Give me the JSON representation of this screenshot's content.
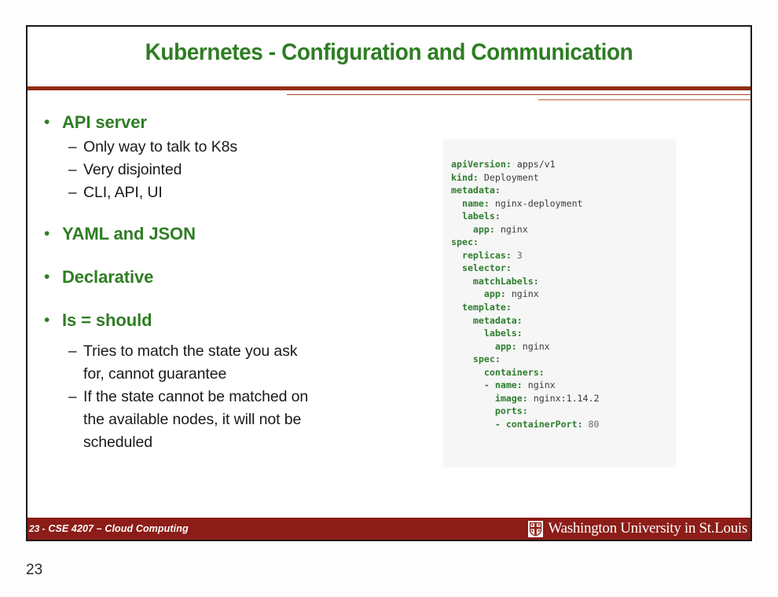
{
  "slide": {
    "title": "Kubernetes - Configuration and Communication",
    "number_below": "23",
    "colors": {
      "title_green": "#2e7d23",
      "rule_dark_red": "#8f2c12",
      "rule_light_red": "#dba48f",
      "footer_maroon": "#8c1d18",
      "code_background": "#f6f6f6",
      "yaml_key_green": "#2f7d2f"
    },
    "bullets": [
      {
        "level": 1,
        "marker": "•",
        "text": "API server",
        "children": [
          {
            "level": 2,
            "marker": "–",
            "text": "Only way to talk to K8s"
          },
          {
            "level": 2,
            "marker": "–",
            "text": "Very disjointed"
          },
          {
            "level": 2,
            "marker": "–",
            "text": "CLI, API, UI"
          }
        ]
      },
      {
        "level": 1,
        "marker": "•",
        "text": "YAML and JSON",
        "children": []
      },
      {
        "level": 1,
        "marker": "•",
        "text": "Declarative",
        "children": []
      },
      {
        "level": 1,
        "marker": "•",
        "text": "Is = should",
        "children": [
          {
            "level": 2,
            "marker": "–",
            "text": "Tries to match the state you ask for, cannot guarantee"
          },
          {
            "level": 2,
            "marker": "–",
            "text": "If the state cannot be matched on the available nodes, it will not be scheduled"
          }
        ]
      }
    ],
    "code_block": {
      "language": "yaml",
      "lines": [
        {
          "indent": 0,
          "key": "apiVersion",
          "value": "apps/v1",
          "value_kind": "string"
        },
        {
          "indent": 0,
          "key": "kind",
          "value": "Deployment",
          "value_kind": "string"
        },
        {
          "indent": 0,
          "key": "metadata",
          "value": "",
          "value_kind": "none"
        },
        {
          "indent": 1,
          "key": "name",
          "value": "nginx-deployment",
          "value_kind": "string"
        },
        {
          "indent": 1,
          "key": "labels",
          "value": "",
          "value_kind": "none"
        },
        {
          "indent": 2,
          "key": "app",
          "value": "nginx",
          "value_kind": "string"
        },
        {
          "indent": 0,
          "key": "spec",
          "value": "",
          "value_kind": "none"
        },
        {
          "indent": 1,
          "key": "replicas",
          "value": "3",
          "value_kind": "number"
        },
        {
          "indent": 1,
          "key": "selector",
          "value": "",
          "value_kind": "none"
        },
        {
          "indent": 2,
          "key": "matchLabels",
          "value": "",
          "value_kind": "none"
        },
        {
          "indent": 3,
          "key": "app",
          "value": "nginx",
          "value_kind": "string"
        },
        {
          "indent": 1,
          "key": "template",
          "value": "",
          "value_kind": "none"
        },
        {
          "indent": 2,
          "key": "metadata",
          "value": "",
          "value_kind": "none"
        },
        {
          "indent": 3,
          "key": "labels",
          "value": "",
          "value_kind": "none"
        },
        {
          "indent": 4,
          "key": "app",
          "value": "nginx",
          "value_kind": "string"
        },
        {
          "indent": 2,
          "key": "spec",
          "value": "",
          "value_kind": "none"
        },
        {
          "indent": 3,
          "key": "containers",
          "value": "",
          "value_kind": "none"
        },
        {
          "indent": 3,
          "key": "name",
          "value": "nginx",
          "value_kind": "string",
          "list_item": true
        },
        {
          "indent": 4,
          "key": "image",
          "value": "nginx:1.14.2",
          "value_kind": "string"
        },
        {
          "indent": 4,
          "key": "ports",
          "value": "",
          "value_kind": "none"
        },
        {
          "indent": 4,
          "key": "containerPort",
          "value": "80",
          "value_kind": "number",
          "list_item": true
        }
      ],
      "raw_text": "apiVersion: apps/v1\nkind: Deployment\nmetadata:\n  name: nginx-deployment\n  labels:\n    app: nginx\nspec:\n  replicas: 3\n  selector:\n    matchLabels:\n      app: nginx\n  template:\n    metadata:\n      labels:\n        app: nginx\n    spec:\n      containers:\n      - name: nginx\n        image: nginx:1.14.2\n        ports:\n        - containerPort: 80"
    },
    "footer": {
      "slide_number": "23",
      "separator": "-",
      "course": "CSE 4207 – Cloud Computing",
      "university": "Washington University in St.Louis",
      "crest_icon": "shield-crest-icon"
    }
  }
}
